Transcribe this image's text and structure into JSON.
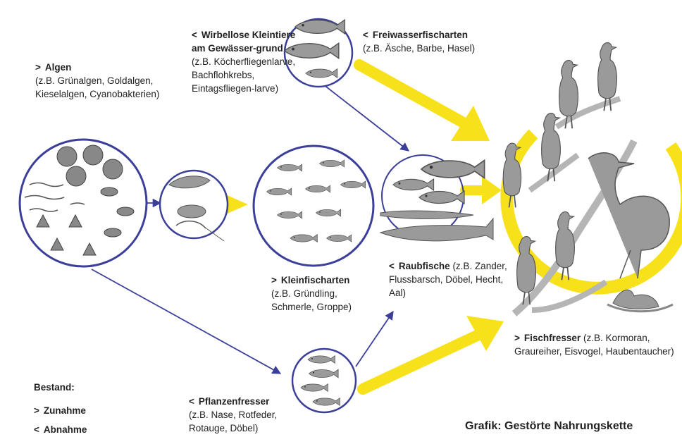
{
  "colors": {
    "circle_stroke": "#3b3f99",
    "flow_arrow": "#3b3f99",
    "energy_arrow": "#f7e11a",
    "animal_fill": "#9a9a9a",
    "animal_stroke": "#555555"
  },
  "symbols": {
    "increase": ">",
    "decrease": "<"
  },
  "algae": {
    "title": "Algen",
    "trend": ">",
    "examples": "(z.B. Grünalgen, Goldalgen, Kieselalgen, Cyanobakterien)"
  },
  "invertebrates": {
    "title": "Wirbellose Kleintiere am Gewässer-grund",
    "trend": "<",
    "examples": "(z.B. Köcherfliegenlarve, Bachflohkrebs, Eintagsfliegen-larve)"
  },
  "open_water_fish": {
    "title": "Freiwasserfischarten",
    "trend": "<",
    "examples": "(z.B. Äsche, Barbe, Hasel)"
  },
  "small_fish": {
    "title": "Kleinfischarten",
    "trend": ">",
    "examples": "(z.B. Gründling, Schmerle, Groppe)"
  },
  "predatory_fish": {
    "title": "Raubfische",
    "trend": "<",
    "examples": "(z.B. Zander, Flussbarsch, Döbel, Hecht, Aal)"
  },
  "herbivores": {
    "title": "Pflanzenfresser",
    "trend": "<",
    "examples": "(z.B. Nase, Rotfeder, Rotauge, Döbel)"
  },
  "fish_eaters": {
    "title": "Fischfresser",
    "trend": ">",
    "examples": "(z.B. Kormoran, Graureiher, Eisvogel, Haubentaucher)"
  },
  "legend": {
    "title": "Bestand:",
    "increase": "Zunahme",
    "decrease": "Abnahme"
  },
  "caption": "Grafik: Gestörte Nahrungskette"
}
